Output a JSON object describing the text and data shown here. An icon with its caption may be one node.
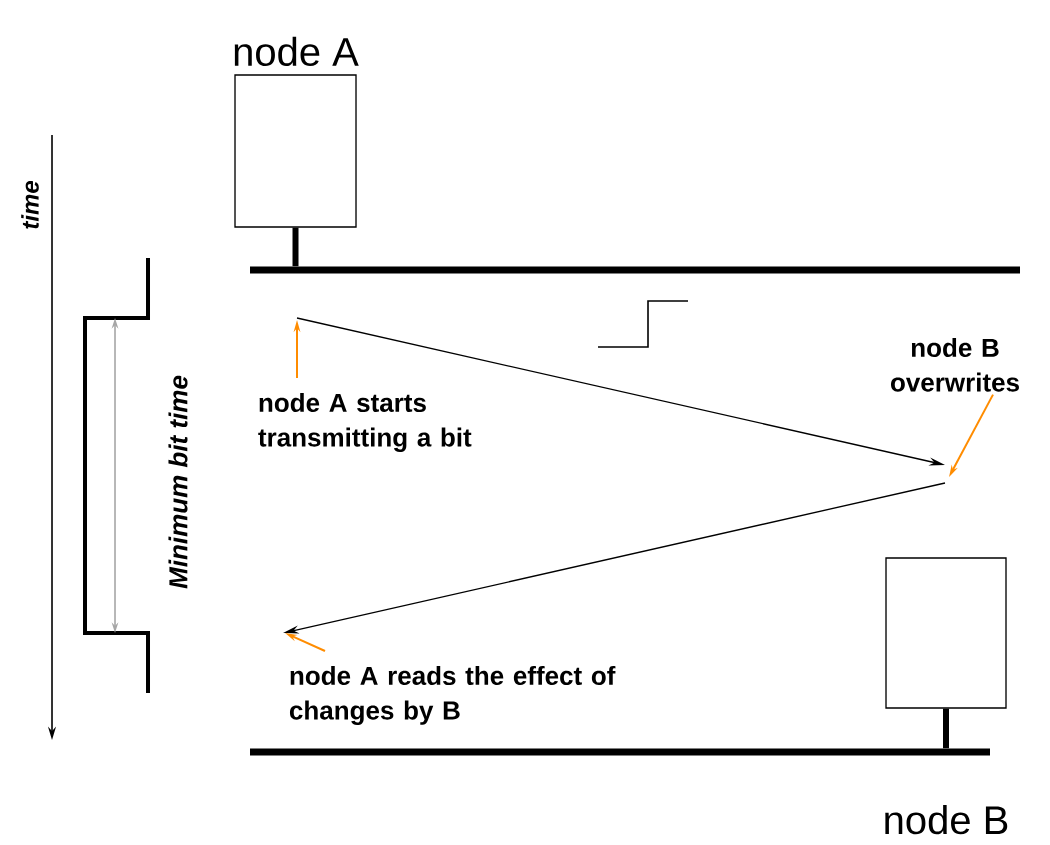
{
  "diagram": {
    "nodes": [
      {
        "text": [
          "node A"
        ]
      },
      {
        "text": [],
        "shape": "bar"
      },
      {
        "text": [
          "node B"
        ]
      },
      {
        "text": [],
        "shape": "bar"
      },
      {
        "text": [
          "node A starts transmitting a bit"
        ]
      },
      {
        "text": [
          "node B overwrites"
        ]
      },
      {
        "text": [
          "node A reads the effect of changes by B"
        ]
      }
    ],
    "edges": [
      {
        "from": 0,
        "to": 1,
        "arrow": "none",
        "style": "thick",
        "color": "#000000"
      },
      {
        "from": 2,
        "to": 3,
        "arrow": "none",
        "style": "thick",
        "color": "#000000"
      },
      {
        "from": 4,
        "to": null,
        "arrow": "to",
        "color": "#ff8c00"
      },
      {
        "from": 5,
        "to": null,
        "arrow": "to",
        "color": "#ff8c00"
      },
      {
        "from": 6,
        "to": null,
        "arrow": "to",
        "color": "#ff8c00"
      }
    ],
    "labels": [
      "time",
      "Minimum bit time"
    ]
  }
}
